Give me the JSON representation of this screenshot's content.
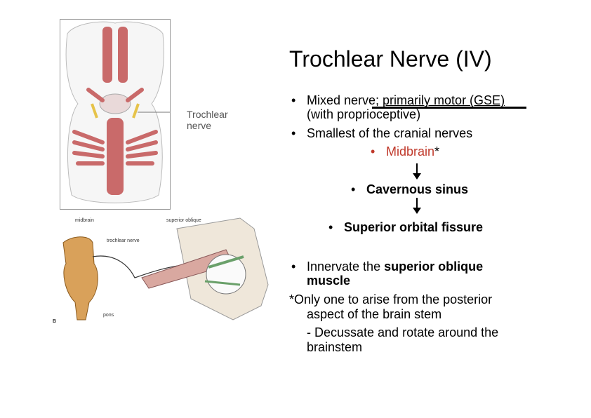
{
  "slide": {
    "title": "Trochlear Nerve (IV)",
    "bullets": {
      "b1_prefix": "Mixed nerve; ",
      "b1_underlined": "primarily motor (GSE)",
      "b1_line2": "(with proprioceptive)",
      "b2": "Smallest of the cranial nerves",
      "path1_a": "Midbrain",
      "path1_b": "*",
      "path2": "Cavernous sinus",
      "path3": "Superior orbital fissure",
      "b3_prefix": "Innervate the ",
      "b3_bold": "superior oblique",
      "b3_line2": "muscle",
      "note_line1": "*Only one to arise from the posterior",
      "note_line2": "aspect of the brain stem",
      "note_line3": "- Decussate and rotate around the",
      "note_line4": "brainstem"
    }
  },
  "figure_top": {
    "label_line1": "Trochlear",
    "label_line2": "nerve"
  },
  "figure_bottom": {
    "label_midbrain": "midbrain",
    "label_superior_oblique": "superior oblique",
    "label_trochlear": "trochlear nerve",
    "label_pons": "pons",
    "label_b": "B"
  },
  "colors": {
    "accent_red": "#c0392b",
    "brain_red": "#c96a6a",
    "brainstem_orange": "#d9a15a"
  }
}
